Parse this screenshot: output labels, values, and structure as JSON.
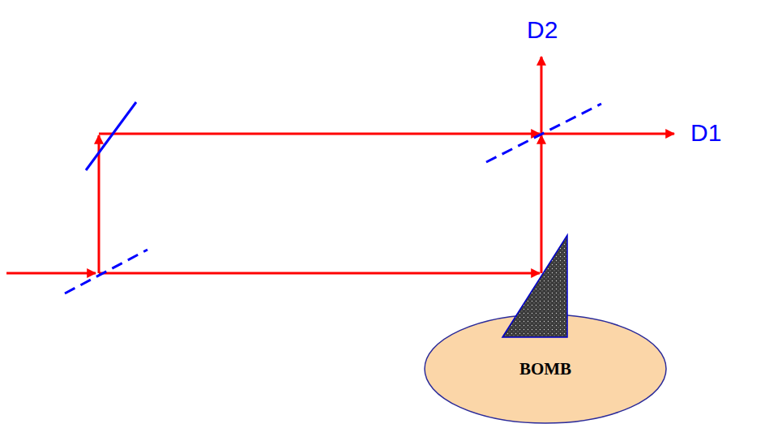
{
  "diagram": {
    "nodes": [
      {
        "text": [
          "BOMB"
        ]
      }
    ],
    "labels": [
      "D2",
      "D1"
    ]
  }
}
